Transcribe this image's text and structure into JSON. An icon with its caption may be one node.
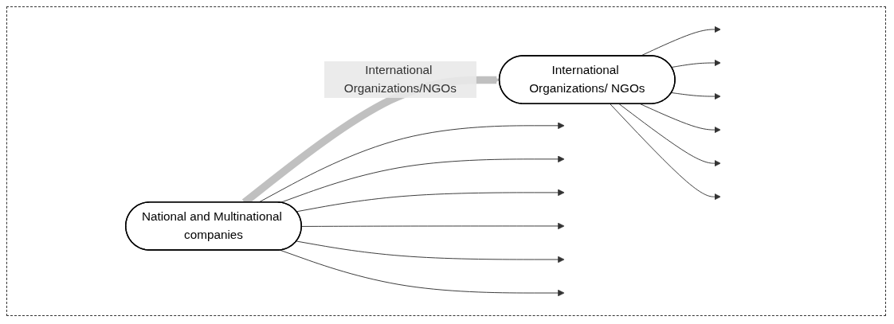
{
  "diagram": {
    "nodes": [
      {
        "text": [
          "National and Multinational companies"
        ]
      },
      {
        "text": [
          "International Organizations/ NGOs"
        ]
      }
    ],
    "edges": [
      {
        "from": 0,
        "to": null,
        "arrow": "to"
      },
      {
        "from": 0,
        "to": null,
        "arrow": "to"
      },
      {
        "from": 0,
        "to": null,
        "arrow": "to"
      },
      {
        "from": 0,
        "to": null,
        "arrow": "to"
      },
      {
        "from": 0,
        "to": null,
        "arrow": "to"
      },
      {
        "from": 0,
        "to": null,
        "arrow": "to"
      },
      {
        "from": 0,
        "to": 1,
        "arrow": "to",
        "label": "International Organizations/NGOs",
        "style": "thick",
        "color": "#c0c0c0"
      },
      {
        "from": 1,
        "to": null,
        "arrow": "to"
      },
      {
        "from": 1,
        "to": null,
        "arrow": "to"
      },
      {
        "from": 1,
        "to": null,
        "arrow": "to"
      },
      {
        "from": 1,
        "to": null,
        "arrow": "to"
      },
      {
        "from": 1,
        "to": null,
        "arrow": "to"
      },
      {
        "from": 1,
        "to": null,
        "arrow": "to"
      }
    ]
  }
}
